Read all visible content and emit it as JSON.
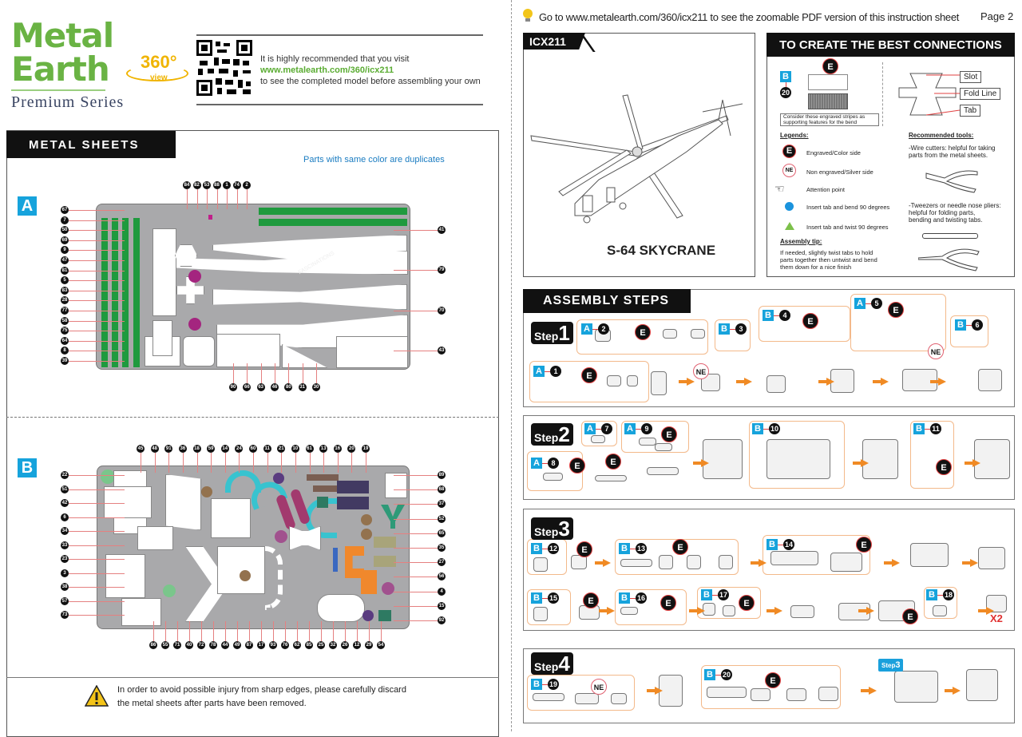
{
  "brand": {
    "line1": "Metal",
    "line2": "Earth",
    "series": "Premium Series",
    "badge_360": "360°",
    "badge_view": "view"
  },
  "intro": {
    "line1": "It is highly recommended that you visit",
    "url": "www.metalearth.com/360/icx211",
    "line3": "to see the completed model before assembling your own"
  },
  "metal_sheets": {
    "title": "METAL SHEETS",
    "note": "Parts with same color are duplicates",
    "sheet_a": {
      "letter": "A",
      "callouts": {
        "top": [
          "84",
          "82",
          "53",
          "88",
          "1",
          "74",
          "2"
        ],
        "left": [
          "67",
          "7",
          "50",
          "69",
          "9",
          "47",
          "81",
          "5",
          "83",
          "28",
          "77",
          "58",
          "75",
          "64",
          "8",
          "39"
        ],
        "right": [
          "41",
          "79",
          "70",
          "43"
        ],
        "bottom": [
          "90",
          "66",
          "63",
          "46",
          "80",
          "31",
          "30"
        ]
      }
    },
    "sheet_b": {
      "letter": "B",
      "callouts": {
        "top": [
          "45",
          "48",
          "91",
          "36",
          "18",
          "59",
          "14",
          "24",
          "60",
          "11",
          "21",
          "10",
          "61",
          "13",
          "16",
          "20",
          "19"
        ],
        "left": [
          "22",
          "51",
          "42",
          "6",
          "34",
          "33",
          "23",
          "3",
          "38",
          "57",
          "73"
        ],
        "right": [
          "89",
          "68",
          "37",
          "52",
          "65",
          "35",
          "27",
          "56",
          "4",
          "15",
          "92"
        ],
        "bottom": [
          "86",
          "55",
          "71",
          "40",
          "72",
          "78",
          "44",
          "49",
          "87",
          "17",
          "93",
          "76",
          "62",
          "85",
          "25",
          "32",
          "26",
          "12",
          "29",
          "54"
        ]
      }
    },
    "watermark": "FASCINATIONS"
  },
  "warning": {
    "line1": "In order to avoid possible injury from sharp edges, please carefully discard",
    "line2": "the metal sheets after parts have been removed."
  },
  "right_header": {
    "text": "Go to www.metalearth.com/360/icx211 to see the zoomable PDF version of this instruction sheet",
    "page": "Page 2"
  },
  "model": {
    "code": "ICX211",
    "name": "S-64 SKYCRANE"
  },
  "connections": {
    "title": "TO CREATE THE BEST CONNECTIONS",
    "example_sheet": "B",
    "example_part": "20",
    "example_marker": "E",
    "stripes_note_1": "Consider these engraved stripes as",
    "stripes_note_2": "supporting features for the bend",
    "slot": "Slot",
    "fold_line": "Fold Line",
    "tab": "Tab",
    "legends_title": "Legends:",
    "legends": [
      {
        "symbol": "E",
        "text": "Engraved/Color side"
      },
      {
        "symbol": "NE",
        "text": "Non  engraved/Silver side"
      },
      {
        "symbol": "hand",
        "text": "Attention point"
      },
      {
        "symbol": "dot",
        "text": "Insert tab and bend 90 degrees"
      },
      {
        "symbol": "triangle",
        "text": "Insert tab and twist 90 degrees"
      }
    ],
    "tip_title": "Assembly tip:",
    "tip_lines": [
      "If needed, slightly twist tabs to hold",
      "parts together then untwist and bend",
      "them down for a nice finish"
    ],
    "tools_title": "Recommended tools:",
    "tool1_lines": [
      "-Wire cutters: helpful for taking",
      " parts from the metal sheets."
    ],
    "tool2_lines": [
      "-Tweezers or needle nose pliers:",
      " helpful for folding parts,",
      " bending and twisting tabs."
    ]
  },
  "assembly": {
    "title": "ASSEMBLY STEPS",
    "step_word": "Step",
    "repeat": "X2",
    "mini_step": {
      "word": "Step",
      "number": "3"
    },
    "steps": [
      {
        "number": "1",
        "parts": [
          {
            "sheet": "A",
            "part": "2"
          },
          {
            "sheet": "B",
            "part": "3"
          },
          {
            "sheet": "B",
            "part": "4"
          },
          {
            "sheet": "A",
            "part": "5"
          },
          {
            "sheet": "B",
            "part": "6"
          },
          {
            "sheet": "A",
            "part": "1"
          }
        ],
        "markers": [
          "E",
          "E",
          "E",
          "E",
          "NE",
          "NE"
        ]
      },
      {
        "number": "2",
        "parts": [
          {
            "sheet": "A",
            "part": "7"
          },
          {
            "sheet": "A",
            "part": "9"
          },
          {
            "sheet": "A",
            "part": "8"
          },
          {
            "sheet": "B",
            "part": "10"
          },
          {
            "sheet": "B",
            "part": "11"
          }
        ],
        "markers": [
          "E",
          "E",
          "E",
          "E"
        ]
      },
      {
        "number": "3",
        "parts": [
          {
            "sheet": "B",
            "part": "12"
          },
          {
            "sheet": "B",
            "part": "13"
          },
          {
            "sheet": "B",
            "part": "14"
          },
          {
            "sheet": "B",
            "part": "15"
          },
          {
            "sheet": "B",
            "part": "16"
          },
          {
            "sheet": "B",
            "part": "17"
          },
          {
            "sheet": "B",
            "part": "18"
          }
        ],
        "markers": [
          "E",
          "E",
          "E",
          "E",
          "E",
          "E",
          "E"
        ]
      },
      {
        "number": "4",
        "parts": [
          {
            "sheet": "B",
            "part": "19"
          },
          {
            "sheet": "B",
            "part": "20"
          }
        ],
        "markers": [
          "NE",
          "E"
        ]
      }
    ]
  },
  "colors": {
    "brand_green": "#6ab344",
    "accent_blue": "#16a3dc",
    "step_orange": "#f08a24",
    "sheet_green": "#1f9a3e"
  }
}
